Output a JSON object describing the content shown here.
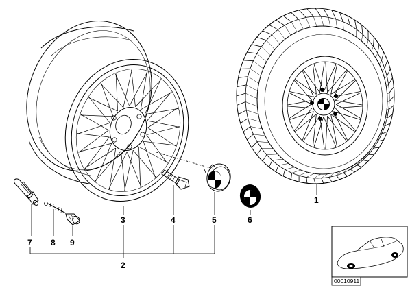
{
  "callouts": {
    "c1": "1",
    "c2": "2",
    "c3": "3",
    "c4": "4",
    "c5": "5",
    "c6": "6",
    "c7": "7",
    "c8": "8",
    "c9": "9"
  },
  "diagram_number": "00010911"
}
